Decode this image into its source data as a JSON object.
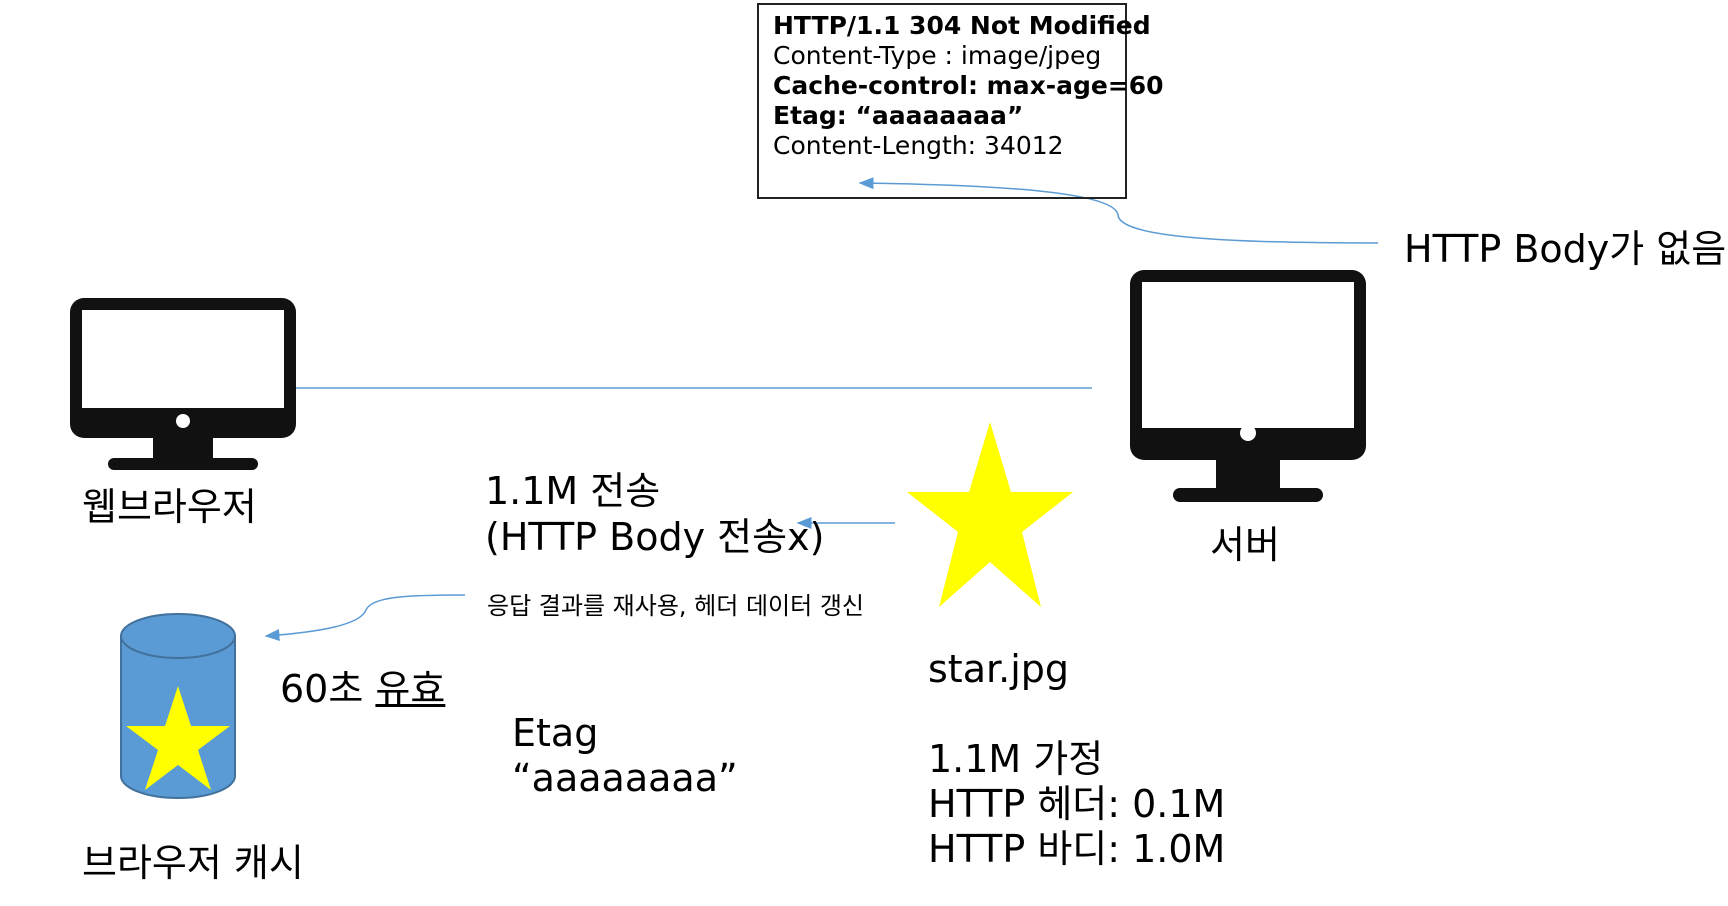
{
  "response_header": {
    "lines": [
      {
        "text": "HTTP/1.1 304 Not Modified",
        "bold": true
      },
      {
        "text": "Content-Type : image/jpeg",
        "bold": false
      },
      {
        "text": "Cache-control: max-age=60",
        "bold": true
      },
      {
        "text": "Etag: “aaaaaaaa”",
        "bold": true
      },
      {
        "text": "Content-Length: 34012",
        "bold": false
      }
    ]
  },
  "no_body_note": "HTTP Body가 없음",
  "browser_label": "웹브라우저",
  "server_label": "서버",
  "transfer": {
    "line1": "1.1M 전송",
    "line2": "(HTTP Body 전송x)"
  },
  "reuse_note": "응답 결과를 재사용, 헤더 데이터 갱신",
  "cache_validity": {
    "seconds": "60초",
    "valid": "유효"
  },
  "etag": {
    "label": "Etag",
    "value": "“aaaaaaaa”"
  },
  "file": {
    "name": "star.jpg",
    "assume": "1.1M 가정",
    "header_size": "HTTP 헤더: 0.1M",
    "body_size": "HTTP 바디: 1.0M"
  },
  "cache_label": "브라우저 캐시",
  "colors": {
    "star": "#FFFF00",
    "cylinder": "#5B9BD5",
    "arrow": "#5B9BD5",
    "monitor": "#111111"
  }
}
